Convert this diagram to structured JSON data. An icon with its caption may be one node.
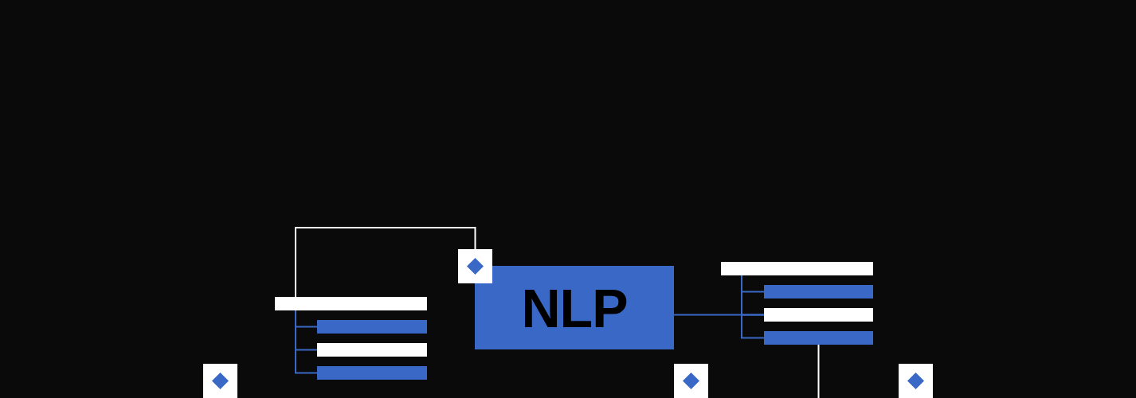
{
  "diagram": {
    "nodes": [
      {
        "text": [],
        "shape": "box"
      },
      {
        "text": [],
        "shape": "bar"
      },
      {
        "text": [],
        "shape": "bar"
      },
      {
        "text": [],
        "shape": "bar"
      },
      {
        "text": [],
        "shape": "bar"
      },
      {
        "text": [],
        "shape": "box"
      },
      {
        "text": [
          "NLP"
        ]
      },
      {
        "text": [],
        "shape": "box"
      },
      {
        "text": [],
        "shape": "bar"
      },
      {
        "text": [],
        "shape": "bar"
      },
      {
        "text": [],
        "shape": "bar"
      },
      {
        "text": [],
        "shape": "bar"
      },
      {
        "text": [],
        "shape": "box"
      }
    ],
    "edges": [
      {
        "from": 1,
        "to": 5,
        "arrow": "none",
        "color": "#ffffff"
      },
      {
        "from": 1,
        "to": 2,
        "arrow": "none"
      },
      {
        "from": 1,
        "to": 3,
        "arrow": "none"
      },
      {
        "from": 1,
        "to": 4,
        "arrow": "none"
      },
      {
        "from": 6,
        "to": 10,
        "arrow": "none"
      },
      {
        "from": 8,
        "to": 9,
        "arrow": "none"
      },
      {
        "from": 8,
        "to": 10,
        "arrow": "none"
      },
      {
        "from": 8,
        "to": 11,
        "arrow": "none"
      },
      {
        "from": 11,
        "to": null,
        "arrow": "none",
        "color": "#ffffff"
      }
    ]
  }
}
